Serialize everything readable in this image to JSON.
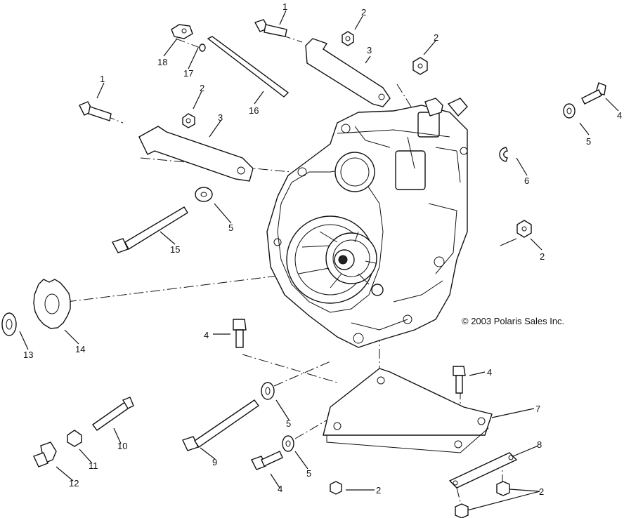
{
  "copyright": "© 2003 Polaris Sales Inc.",
  "callouts": [
    "1",
    "2",
    "2",
    "3",
    "1",
    "2",
    "3",
    "2",
    "4",
    "5",
    "6",
    "18",
    "17",
    "16",
    "5",
    "15",
    "2",
    "13",
    "14",
    "4",
    "4",
    "7",
    "8",
    "5",
    "5",
    "2",
    "2",
    "10",
    "11",
    "12",
    "9",
    "4"
  ]
}
